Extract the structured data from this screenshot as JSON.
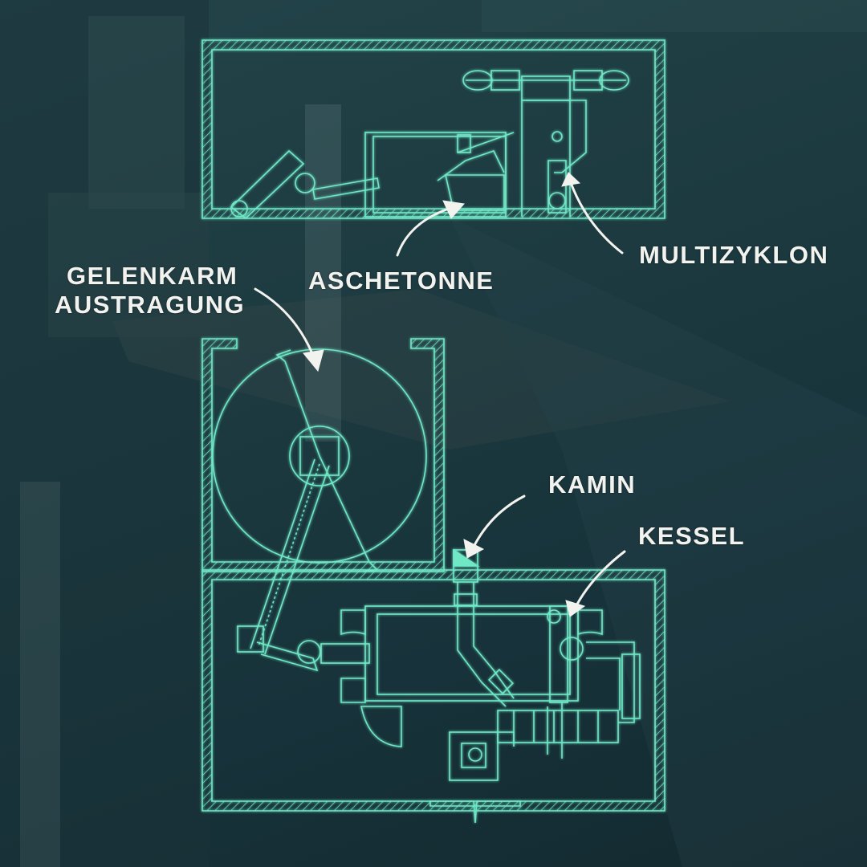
{
  "colors": {
    "blueprint": "#6fe8c6",
    "background": "#1c3a40",
    "label": "#f2f2ee"
  },
  "labels": {
    "multizyklon": "MULTIZYKLON",
    "aschetonne": "ASCHETONNE",
    "gelenkarm_line1": "GELENKARM",
    "gelenkarm_line2": "AUSTRAGUNG",
    "kamin": "KAMIN",
    "kessel": "KESSEL"
  }
}
